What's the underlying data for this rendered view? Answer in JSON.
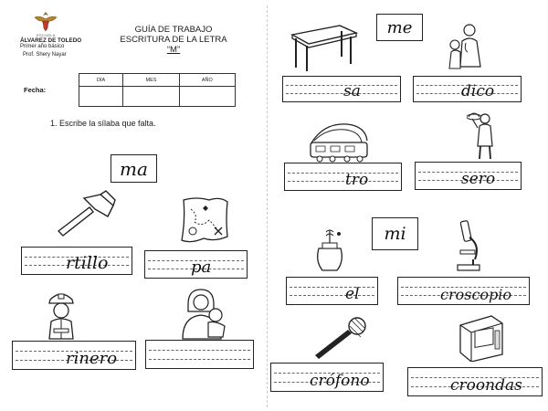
{
  "header": {
    "school_small": "ESCUELA",
    "school_name": "ÁLVAREZ DE TOLEDO",
    "grade": "Primer año básico",
    "teacher": "Prof. Shery Nayar"
  },
  "title": {
    "line1": "GUÍA DE TRABAJO",
    "line2": "ESCRITURA DE LA LETRA",
    "line3": "“M”"
  },
  "date": {
    "label": "Fecha:",
    "columns": [
      "DÍA",
      "MES",
      "AÑO"
    ]
  },
  "instruction": "1. Escribe la sílaba que falta.",
  "syllables": {
    "ma": "ma",
    "me": "me",
    "mi": "mi"
  },
  "exercises": {
    "martillo": "rtillo",
    "mapa": "pa",
    "minero": "rinero",
    "mama": "",
    "mesa": "sa",
    "medico": "dico",
    "metro": "tro",
    "mesero": "sero",
    "miel": "el",
    "microscopio": "croscopio",
    "microfono": "crófono",
    "microondas": "croondas"
  },
  "icons": {
    "logo": "school-crest-icon",
    "hammer": "hammer-icon",
    "map": "treasure-map-icon",
    "miner": "miner-icon",
    "mother": "mother-child-icon",
    "table": "table-icon",
    "doctor": "doctor-icon",
    "train": "train-icon",
    "waiter": "waiter-icon",
    "honey": "honey-jar-icon",
    "microscope": "microscope-icon",
    "microphone": "microphone-icon",
    "microwave": "microwave-icon"
  }
}
